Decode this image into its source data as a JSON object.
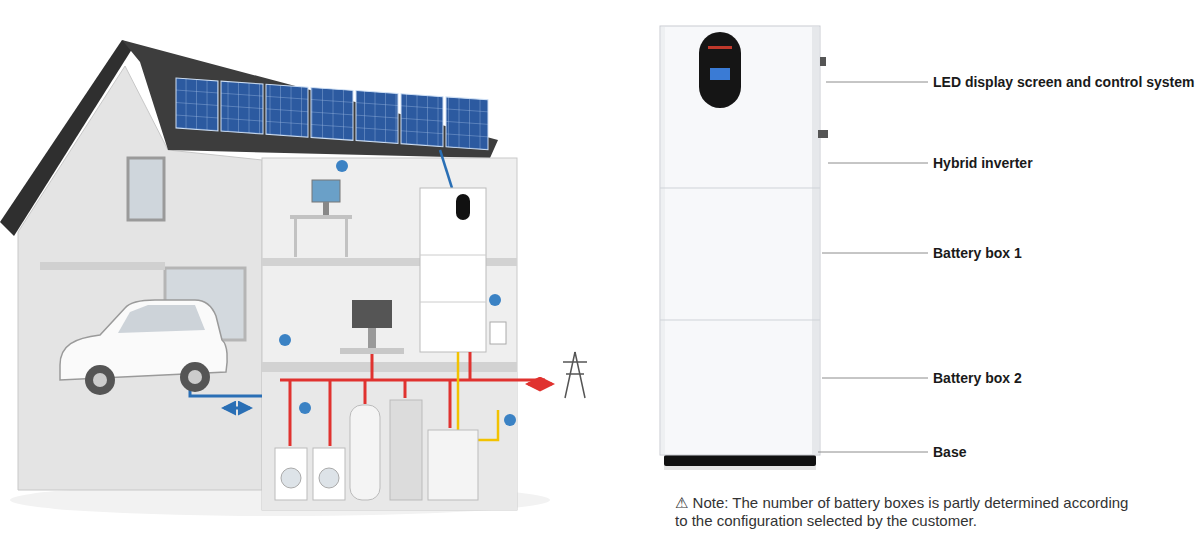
{
  "diagram": {
    "labels": [
      "LED display screen and control system",
      "Hybrid inverter",
      "Battery box 1",
      "Battery box 2",
      "Base",
      "⚠ Note: The number of battery boxes is partly determined according to the configuration selected by the customer."
    ]
  }
}
